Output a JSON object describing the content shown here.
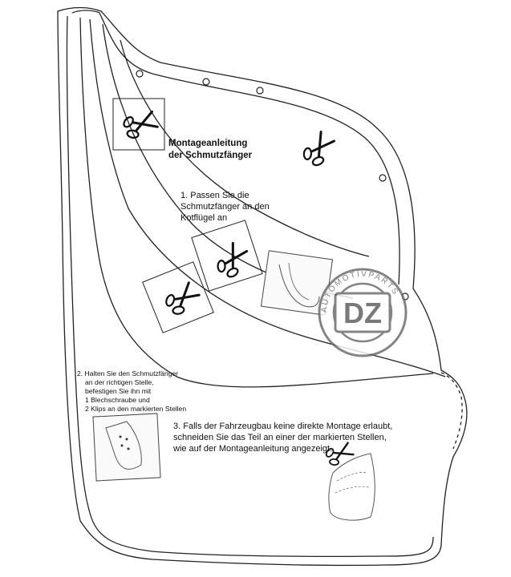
{
  "title": {
    "line1": "Montageanleitung",
    "line2": "der Schmutzfänger"
  },
  "step1": {
    "line1": "1. Passen Sie die",
    "line2": "Schmutzfänger an den",
    "line3": "Kotflügel an"
  },
  "step2": {
    "line1": "2. Halten Sie den Schmutzfänger",
    "line2": "an der richtigen Stelle,",
    "line3": "befestigen Sie ihn mit",
    "line4": "1 Blechschraube und",
    "line5": "2 Klips an den markierten Stellen"
  },
  "step3": {
    "line1": "3. Falls der Fahrzeugbau keine direkte Montage erlaubt,",
    "line2": "schneiden Sie das Teil an einer der markierten Stellen,",
    "line3": "wie auf der Montageanleitung angezeigt."
  },
  "logo": {
    "letters": "DZ",
    "ring_text": "AUTOMOTIVPARTS"
  },
  "icons": [
    "scissors-icon",
    "mounting-hole-icon"
  ]
}
